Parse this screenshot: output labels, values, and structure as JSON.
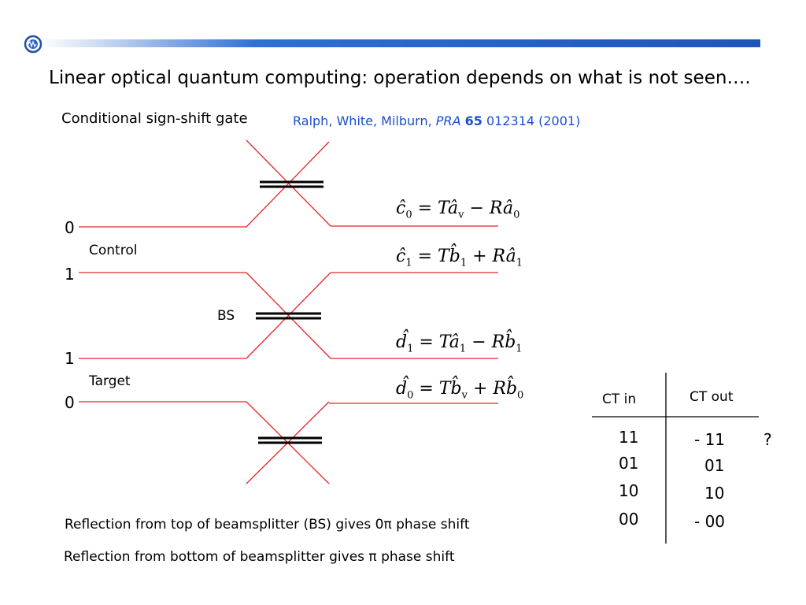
{
  "title": "Linear optical quantum computing: operation depends on what is not seen….",
  "subtitle": "Conditional sign-shift gate",
  "citation": {
    "authors": "Ralph, White, Milburn,",
    "journal": "PRA",
    "volume": "65",
    "pages": "012314 (2001)"
  },
  "diagram": {
    "inputs": [
      "0",
      "1",
      "1",
      "0"
    ],
    "control_label": "Control",
    "target_label": "Target",
    "bs_label": "BS"
  },
  "equations": [
    {
      "lhs_op": "c",
      "lhs_sub": "0",
      "t_op": "a",
      "t_sub": "v",
      "sign": "−",
      "r_op": "a",
      "r_sub": "0"
    },
    {
      "lhs_op": "c",
      "lhs_sub": "1",
      "t_op": "b",
      "t_sub": "1",
      "sign": "+",
      "r_op": "a",
      "r_sub": "1"
    },
    {
      "lhs_op": "d",
      "lhs_sub": "1",
      "t_op": "a",
      "t_sub": "1",
      "sign": "−",
      "r_op": "b",
      "r_sub": "1"
    },
    {
      "lhs_op": "d",
      "lhs_sub": "0",
      "t_op": "b",
      "t_sub": "v",
      "sign": "+",
      "r_op": "b",
      "r_sub": "0"
    }
  ],
  "table": {
    "header_in": "CT in",
    "header_out": "CT out",
    "rows": [
      {
        "in": "11",
        "out": "- 11"
      },
      {
        "in": "01",
        "out": "01"
      },
      {
        "in": "10",
        "out": "10"
      },
      {
        "in": "00",
        "out": "- 00"
      }
    ],
    "question": "?"
  },
  "captions": [
    "Reflection from top of beamsplitter (BS) gives 0π phase shift",
    "Reflection from bottom of beamsplitter gives π phase shift"
  ],
  "colors": {
    "beam": "#e8252a",
    "bar": "#1f5fc0",
    "citation": "#1a4fd1"
  }
}
